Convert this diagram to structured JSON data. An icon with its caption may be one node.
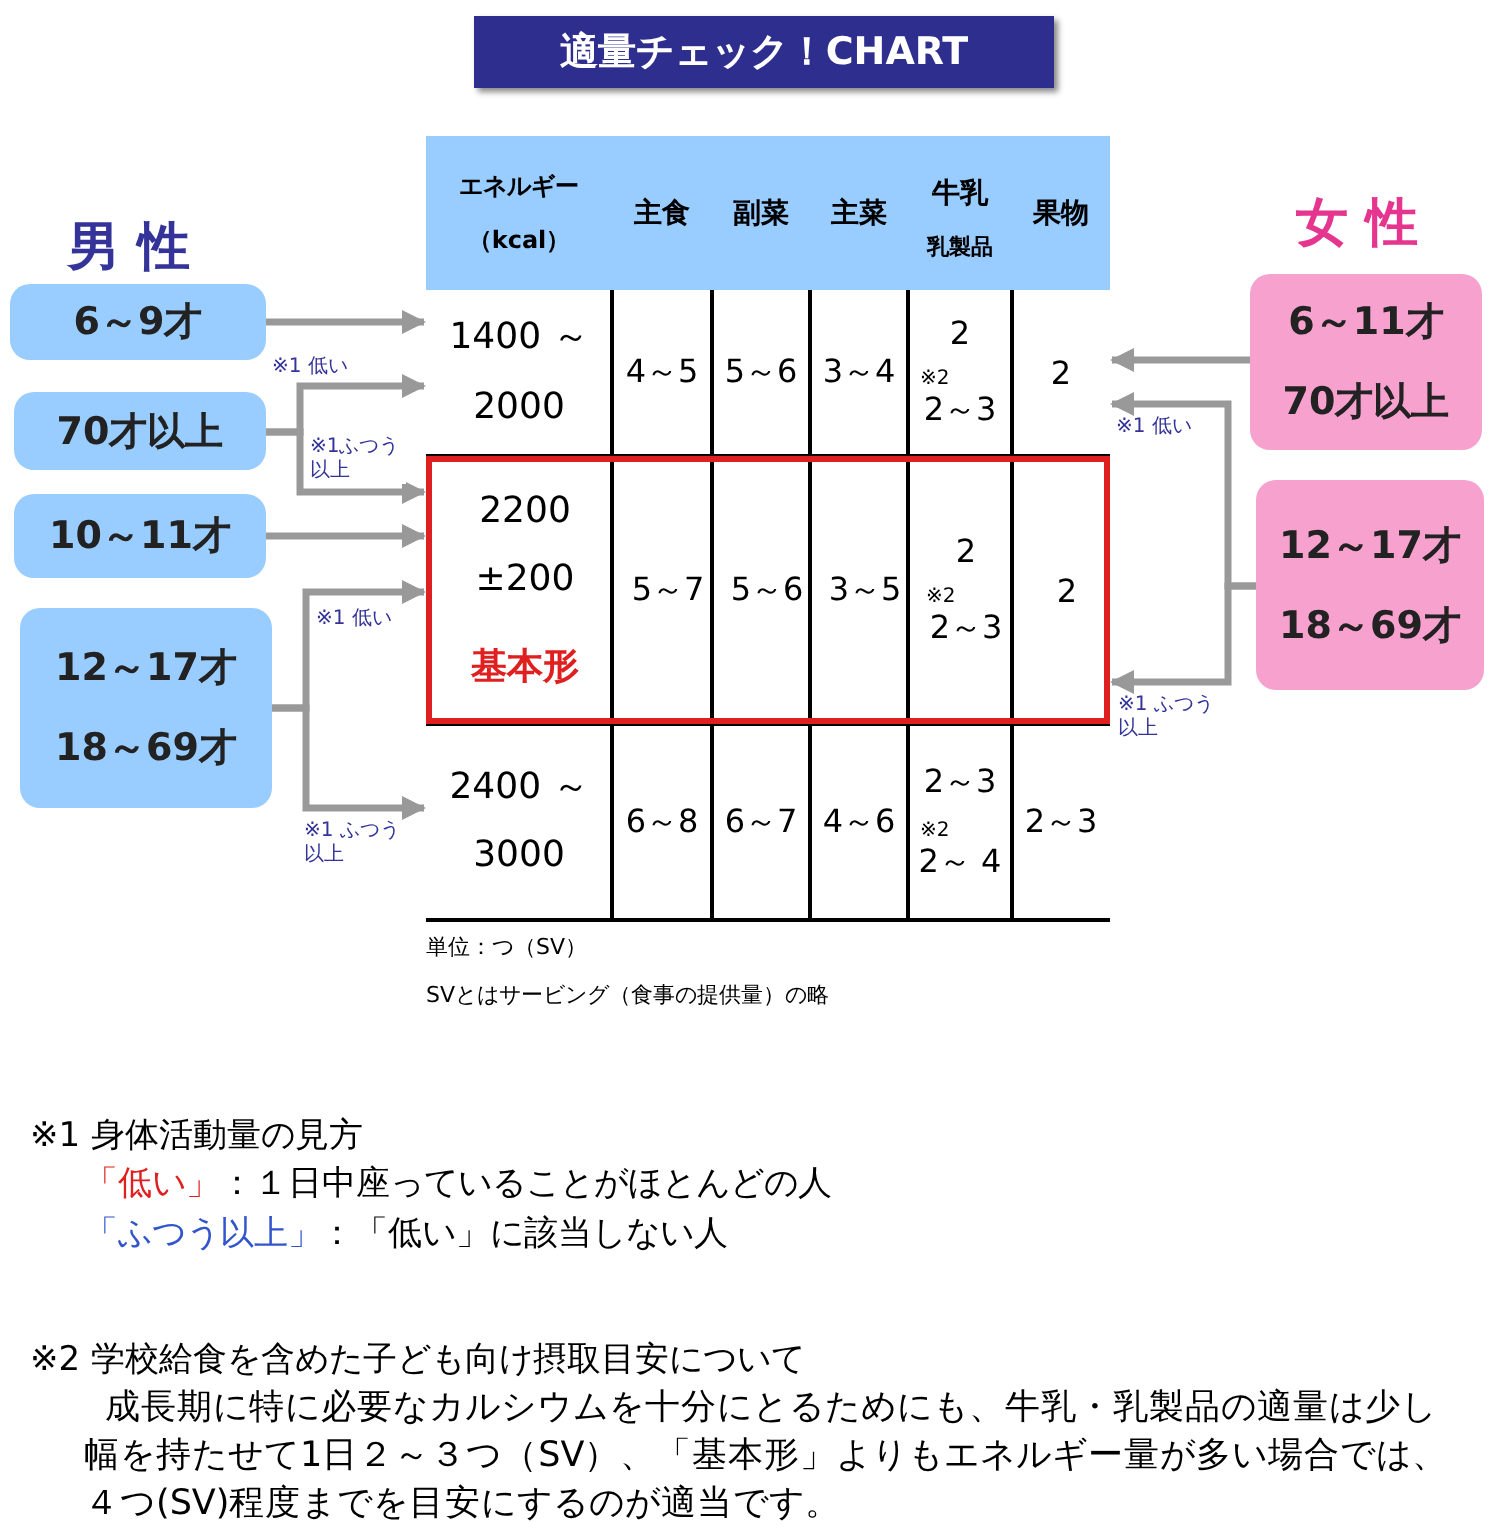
{
  "diagram": {
    "title": "適量チェック！CHART",
    "nodes": [
      {
        "text": [
          "6～9才"
        ]
      },
      {
        "text": [
          "70才以上"
        ]
      },
      {
        "text": [
          "10～11才"
        ]
      },
      {
        "text": [
          "12～17才",
          "18～69才"
        ]
      },
      {
        "text": [
          "6～11才",
          "70才以上"
        ]
      },
      {
        "text": [
          "12～17才",
          "18～69才"
        ]
      },
      {
        "text": [
          "1400 ～2000",
          "4～5",
          "5～6",
          "3～4",
          "2",
          "※2",
          "2～3",
          "2"
        ]
      },
      {
        "text": [
          "2200 ±200",
          "基本形",
          "5～7",
          "5～6",
          "3～5",
          "2",
          "※2",
          "2～3",
          "2"
        ]
      },
      {
        "text": [
          "2400 ～3000",
          "6～8",
          "6～7",
          "4～6",
          "2～3",
          "※2",
          "2～ 4",
          "2～3"
        ]
      }
    ],
    "edges": [
      {
        "from": 0,
        "to": 6,
        "arrow": "to"
      },
      {
        "from": 1,
        "to": 6,
        "arrow": "to",
        "label": "※1 低い"
      },
      {
        "from": 1,
        "to": 7,
        "arrow": "to",
        "label": "※1ふつう以上"
      },
      {
        "from": 2,
        "to": 7,
        "arrow": "to"
      },
      {
        "from": 3,
        "to": 7,
        "arrow": "to",
        "label": "※1 低い"
      },
      {
        "from": 3,
        "to": 8,
        "arrow": "to",
        "label": "※1 ふつう以上"
      },
      {
        "from": 4,
        "to": 6,
        "arrow": "to"
      },
      {
        "from": 5,
        "to": 6,
        "arrow": "to",
        "label": "※1 低い"
      },
      {
        "from": 5,
        "to": 7,
        "arrow": "to",
        "label": "※1 ふつう以上"
      }
    ],
    "labels": [
      "エネルギー（kcal）",
      "主食",
      "副菜",
      "主菜",
      "牛乳",
      "乳製品",
      "果物",
      "男 性",
      "女 性",
      "単位：つ（SV）",
      "SVとはサービング（食事の提供量）の略",
      "※1 身体活動量の見方",
      "「低い」",
      "：１日中座っていることがほとんどの人",
      "「ふつう以上」",
      "：「低い」に該当しない人",
      "※2 学校給食を含めた子ども向け摂取目安について",
      "成長期に特に必要なカルシウムを十分にとるためにも、牛乳・乳製品の適量は少し幅を持たせて1日２～３つ（SV）、「基本形」よりもエネルギー量が多い場合では、４つ(SV)程度までを目安にするのが適当です。"
    ]
  }
}
